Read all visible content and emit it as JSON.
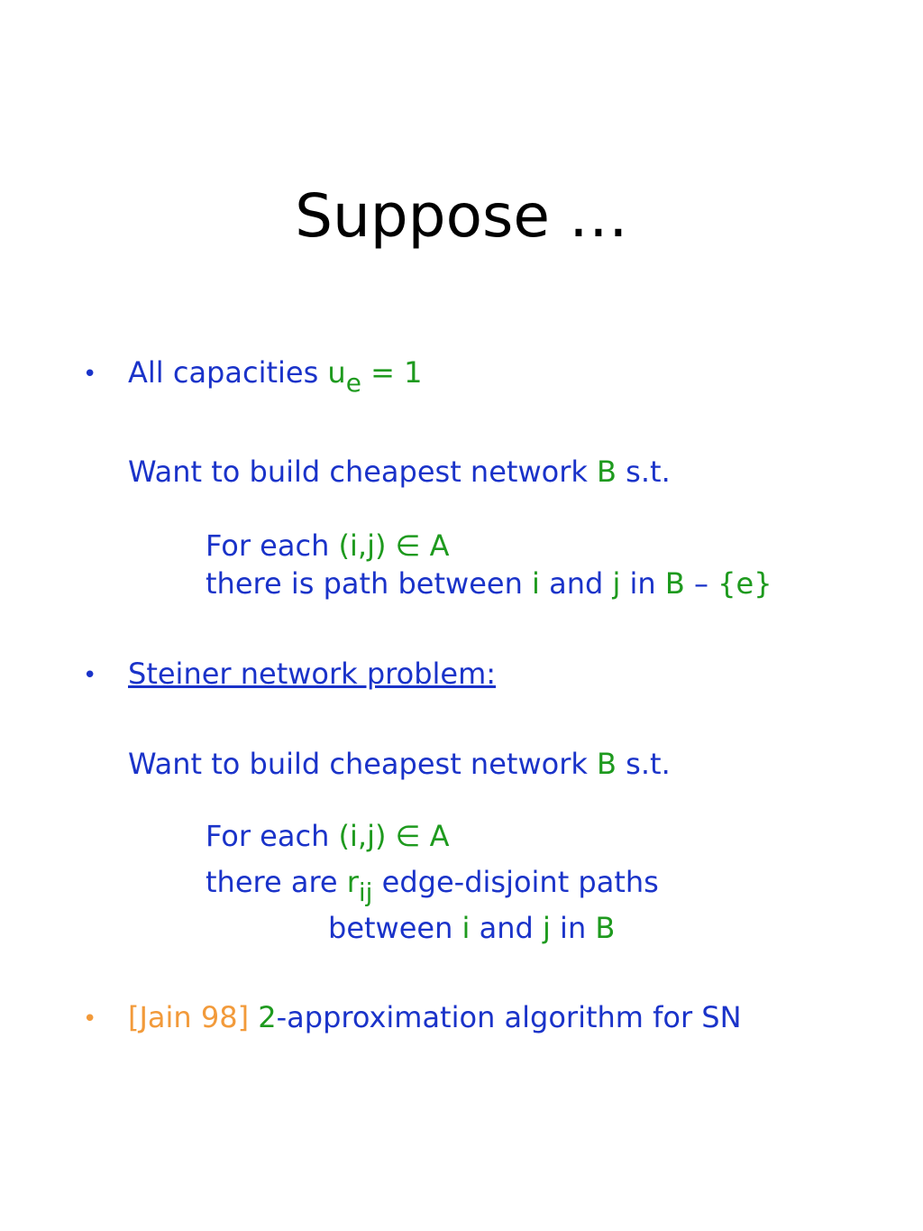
{
  "title": "Suppose …",
  "colors": {
    "text_blue": "#1a33c9",
    "accent_green": "#1e9a1e",
    "citation_orange": "#f29a3a",
    "title_black": "#000000"
  },
  "bullet_glyph": "•",
  "block1": {
    "lead": "All capacities ",
    "var_u": "u",
    "sub_e": "e",
    "eq": " = 1",
    "want_prefix": "Want to build cheapest network ",
    "want_B": "B",
    "want_suffix": " s.t.",
    "for_each": "For each ",
    "pair": "(i,j)",
    "in_A": " ∈ A",
    "path_prefix": "there is path between ",
    "i": "i",
    "and": " and ",
    "j": "j",
    "in_word": " in ",
    "B": "B",
    "minus": " – ",
    "set_e": "{e}"
  },
  "block2": {
    "heading": "Steiner network problem:",
    "want_prefix": "Want to build cheapest network ",
    "want_B": "B",
    "want_suffix": " s.t.",
    "for_each": "For each ",
    "pair": "(i,j)",
    "in_A": " ∈ A",
    "there_are": "there are ",
    "r": "r",
    "sub_ij": "ij",
    "edge_paths": " edge-disjoint paths",
    "between": "between ",
    "i": "i",
    "and": " and ",
    "j": "j",
    "in_word": " in ",
    "B": "B"
  },
  "block3": {
    "citation": "[Jain 98]",
    "two": "2",
    "rest": "-approximation algorithm for SN"
  }
}
